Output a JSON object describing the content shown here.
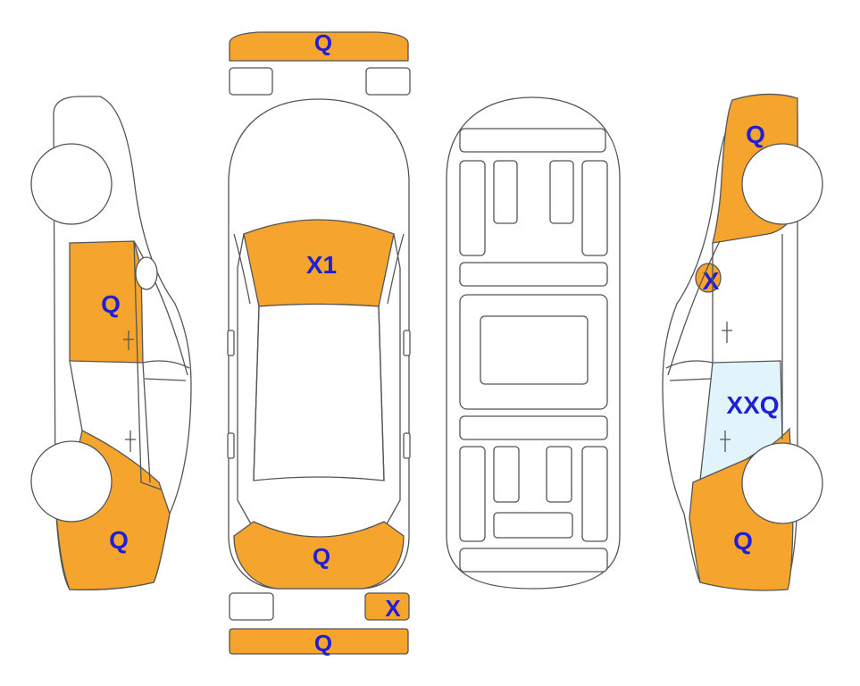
{
  "colors": {
    "damage": "#F5A42E",
    "glass_damage": "#E2F4FB",
    "label": "#1F1FD6",
    "outline": "#555555",
    "background": "#FFFFFF"
  },
  "panels": {
    "front_bumper_strip": {
      "mark": "Q",
      "damaged": true
    },
    "windshield": {
      "mark": "X1",
      "damaged": true
    },
    "rear_window": {
      "mark": "Q",
      "damaged": true
    },
    "rear_light_right": {
      "mark": "X",
      "damaged": true
    },
    "rear_bumper_strip": {
      "mark": "Q",
      "damaged": true
    },
    "left_front_door": {
      "mark": "Q",
      "damaged": true
    },
    "left_rear_quarter": {
      "mark": "Q",
      "damaged": true
    },
    "right_rear_quarter_top": {
      "mark": "Q",
      "damaged": true
    },
    "right_small_panel": {
      "mark": "X",
      "damaged": true
    },
    "right_door_glass": {
      "mark": "XXQ",
      "damaged": true
    },
    "right_front_quarter": {
      "mark": "Q",
      "damaged": true
    }
  }
}
